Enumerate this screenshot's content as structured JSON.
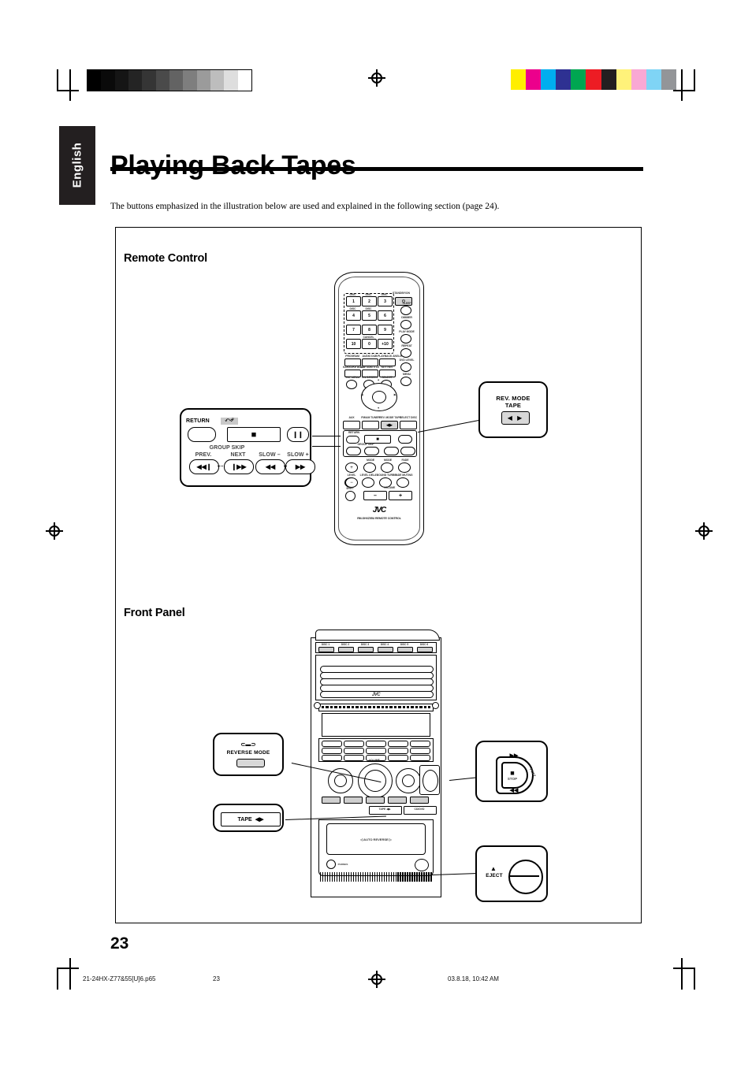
{
  "page": {
    "language_tab": "English",
    "title": "Playing Back Tapes",
    "intro": "The buttons emphasized in the illustration below are used and explained in the following section (page 24).",
    "page_number": "23"
  },
  "footer": {
    "filename": "21-24HX-Z77&55[U]6.p65",
    "page": "23",
    "timestamp": "03.8.18, 10:42 AM"
  },
  "figure": {
    "remote_heading": "Remote Control",
    "front_panel_heading": "Front Panel"
  },
  "callouts": {
    "transport": {
      "return_label": "RETURN",
      "return_icon": "return-glyph",
      "stop_icon": "■",
      "pause_icon": "❙❙",
      "group_skip": "GROUP SKIP",
      "prev_label": "PREV.",
      "next_label": "NEXT",
      "prev_icon": "◀◀❙",
      "next_icon": "❙▶▶",
      "slow_minus": "SLOW –",
      "slow_plus": "SLOW +",
      "slow_minus_icon": "◀◀",
      "slow_plus_icon": "▶▶"
    },
    "rev_mode": {
      "line1": "REV. MODE",
      "line2": "TAPE",
      "button_icon": "◀ ▶"
    },
    "reverse_mode": {
      "label": "REVERSE MODE",
      "icon": "⊂▬⊃"
    },
    "tape_button": {
      "label": "TAPE",
      "icon": "◀▶"
    },
    "transport_dial": {
      "rewind_icon": "◀◀",
      "forward_icon": "▶▶",
      "stop_icon": "■",
      "stop_label": "STOP",
      "play_label": "PLAY"
    },
    "eject": {
      "label": "EJECT",
      "icon": "▲"
    }
  },
  "remote": {
    "brand": "JVC",
    "model": "RM-SHXZ55U REMOTE CONTROL",
    "standby_label": "STANDBY/ON",
    "standby_icon": "⏻",
    "keypad": [
      {
        "cap": "DISC",
        "num": "1"
      },
      {
        "cap": "DISC",
        "num": "2"
      },
      {
        "cap": "DISC",
        "num": "3"
      },
      {
        "cap": "DISC",
        "num": "4"
      },
      {
        "cap": "DISC",
        "num": "5"
      },
      {
        "cap": "",
        "num": "6"
      },
      {
        "cap": "",
        "num": "7"
      },
      {
        "cap": "",
        "num": "8"
      },
      {
        "cap": "",
        "num": "9"
      },
      {
        "cap": "",
        "num": "10"
      },
      {
        "cap": "CANCEL",
        "num": "0"
      },
      {
        "cap": "",
        "num": "+10"
      }
    ],
    "right_column": [
      "SLEEP",
      "DIMMER",
      "PLAY MODE",
      "REPEAT",
      "DVD LEVEL",
      "MENU"
    ],
    "row_labels_a": [
      "PROGRAM",
      "AUDIO DUB",
      "PLAYBACK ANGLE"
    ],
    "row_labels_b": [
      "KARAOKE AUDIO",
      "KEY SUBTITLE",
      "KEY REV"
    ],
    "row_labels_c": [
      "TOP MENU",
      "ON SCREEN",
      "SELECT"
    ],
    "row_labels_d": [
      "AUX",
      "FM/AM TUNER",
      "REV. MODE TAPE",
      "SELECT DISC"
    ],
    "bottom_labels_a": [
      "MODE",
      "MODE",
      "FADE"
    ],
    "bottom_labels_b": [
      "LEVEL",
      "LEVEL DELAY",
      "SOUND TURBO",
      "FADE MUTING"
    ],
    "shift_label": "SHIFT",
    "volume_label": "VOLUME",
    "volume_minus": "–",
    "volume_plus": "+"
  },
  "front_panel": {
    "brand": "JVC",
    "auto_reverse": "◁ AUTO REVERSE ▷",
    "source_buttons": [
      "TAPE ◀▶",
      "CD/DVD"
    ],
    "eject_label": "EJECT",
    "phones_label": "PHONES"
  },
  "registration": {
    "gray_steps": [
      "#000000",
      "#0a0a0a",
      "#151515",
      "#242424",
      "#353535",
      "#4a4a4a",
      "#636363",
      "#7e7e7e",
      "#9b9b9b",
      "#bdbdbd",
      "#dedede",
      "#ffffff"
    ],
    "color_swatches": [
      "#ffee00",
      "#ec008c",
      "#00aeef",
      "#2e3192",
      "#00a651",
      "#ed1c24",
      "#231f20",
      "#fff27a",
      "#f9a8d4",
      "#7fd4f5",
      "#939598"
    ]
  }
}
